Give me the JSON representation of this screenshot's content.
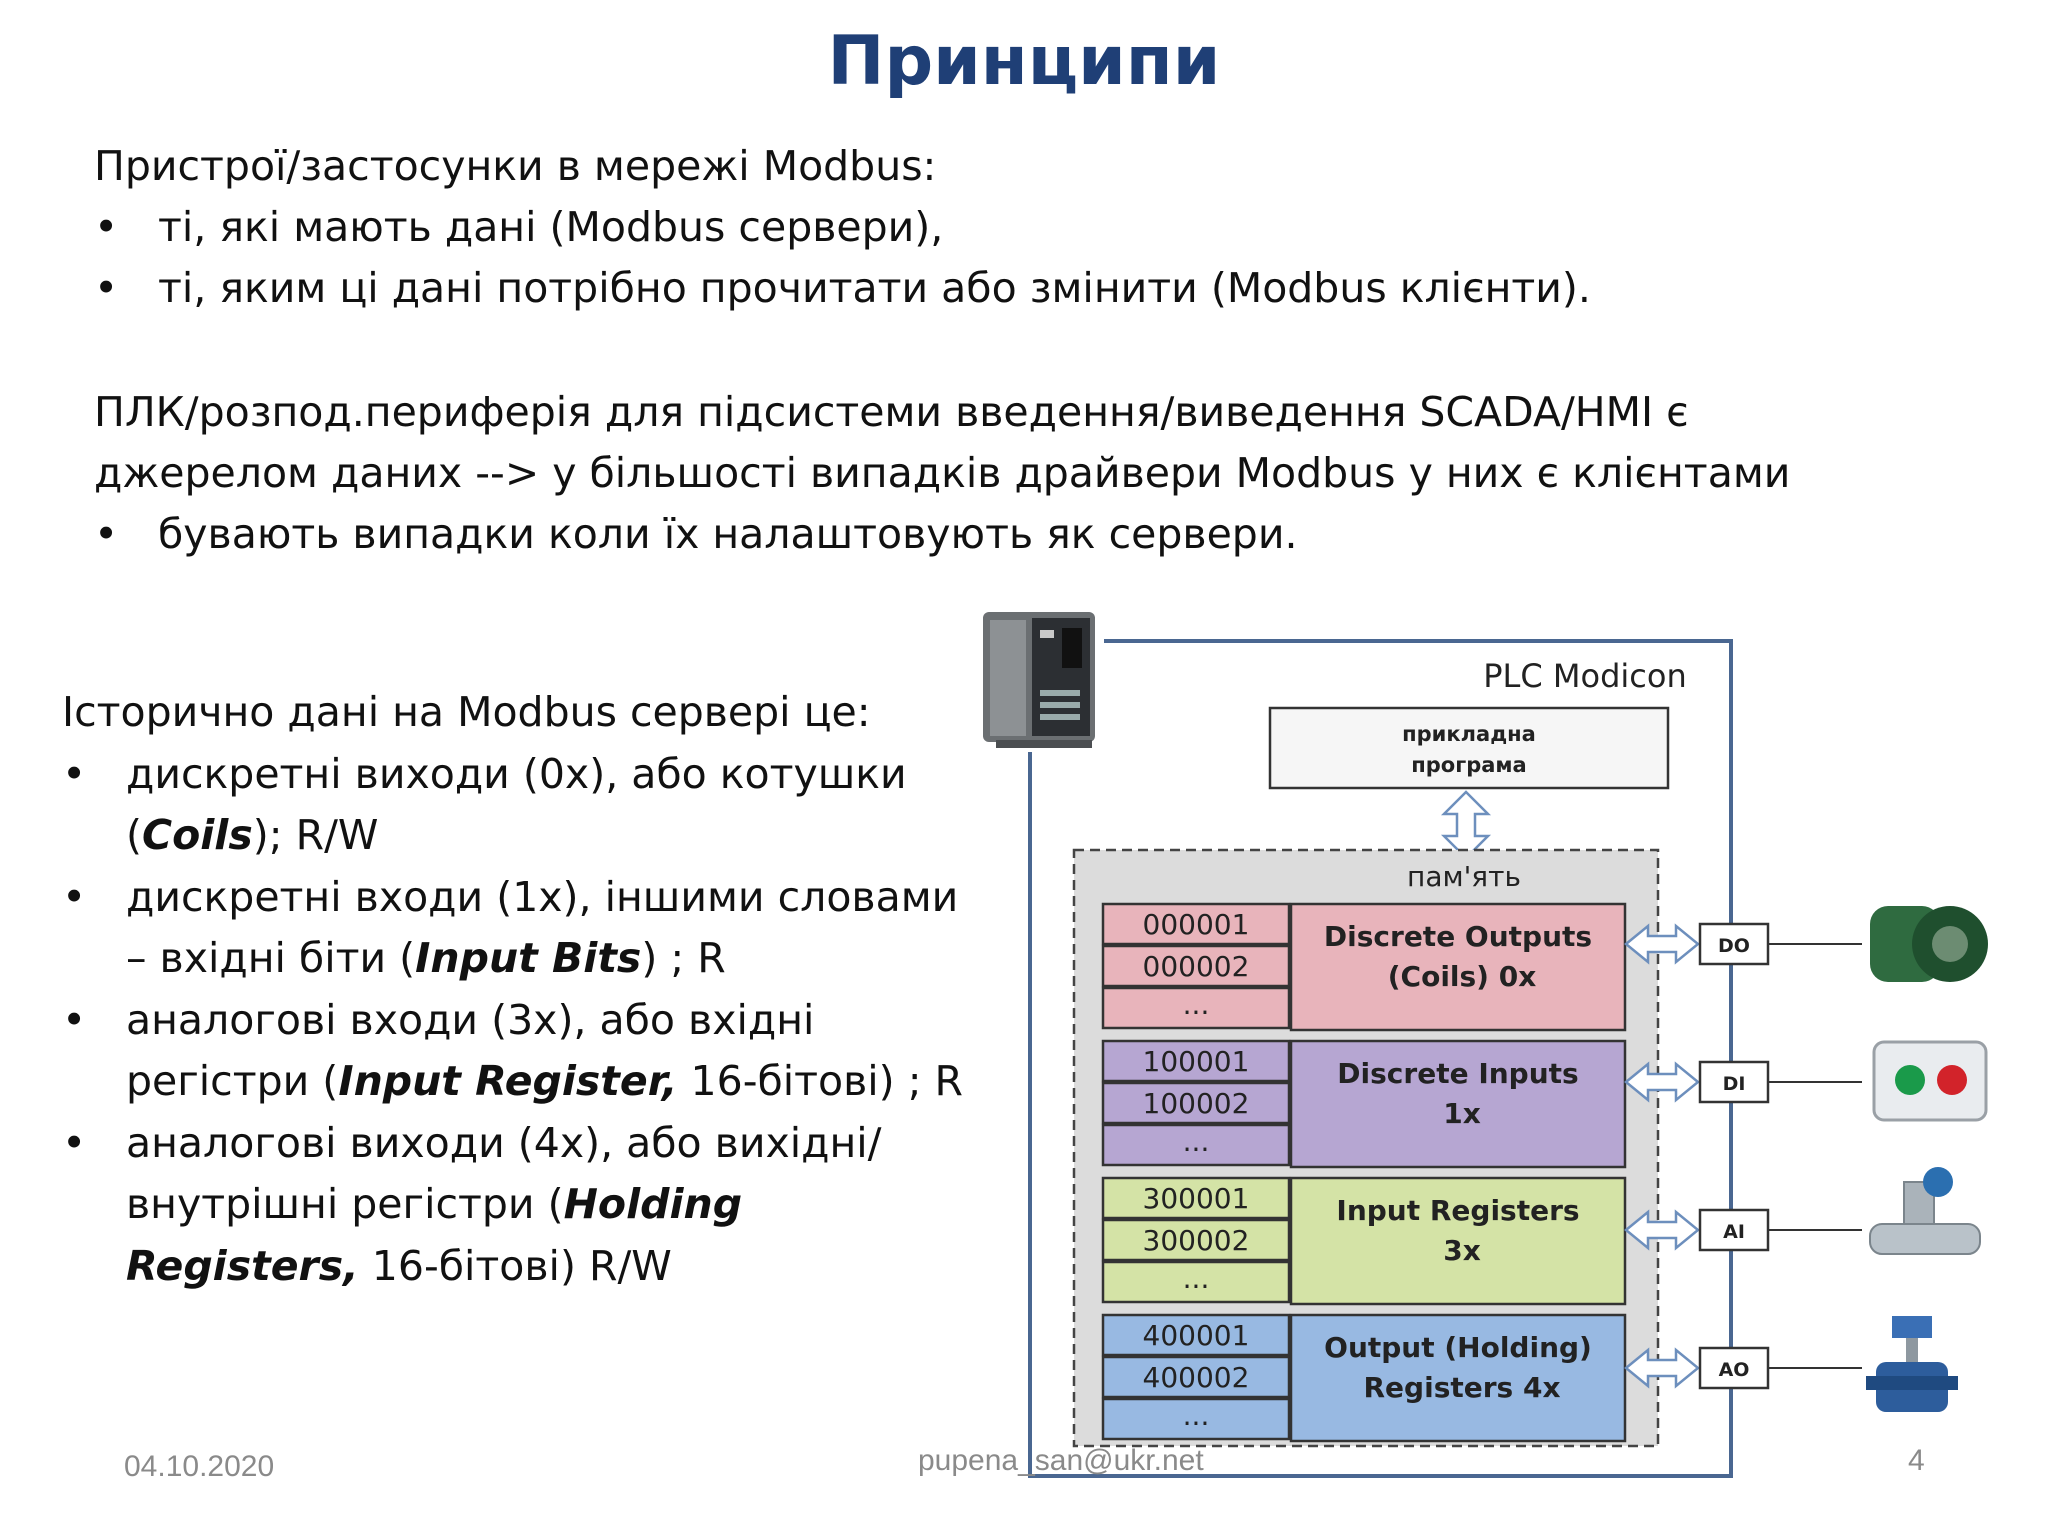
{
  "title": "Принципи",
  "intro": {
    "heading": "Пристрої/застосунки в мережі Modbus:",
    "bullets": [
      "ті, які мають дані (Modbus сервери),",
      "ті, яким ці дані потрібно прочитати або змінити (Modbus клієнти)."
    ]
  },
  "plc_para": {
    "line1": "ПЛК/розпод.периферія для підсистеми введення/виведення SCADA/HMI є",
    "line2": "джерелом даних --> у більшості випадків драйвери Modbus у них є клієнтами",
    "bullet": "бувають випадки коли їх налаштовують як сервери."
  },
  "historic": {
    "heading": "Історично дані на Modbus сервері це:",
    "items": [
      {
        "pre": "дискретні виходи (0x), або котушки (",
        "em": "Coils",
        "post": "); R/W"
      },
      {
        "pre": "дискретні входи (1x), іншими словами – вхідні біти (",
        "em": "Input Bits",
        "post": ") ; R"
      },
      {
        "pre": "аналогові входи (3x), або вхідні регістри (",
        "em": "Input Register,",
        "post": " 16-бітові) ; R"
      },
      {
        "pre": "аналогові виходи (4x), або вихідні/внутрішні регістри (",
        "em": "Holding Registers,",
        "post": " 16-бітові) R/W"
      }
    ]
  },
  "diagram": {
    "plc_label": "PLC Modicon",
    "app_label": [
      "прикладна",
      "програма"
    ],
    "memory_label": "пам'ять",
    "rows": [
      {
        "addr": [
          "000001",
          "000002",
          "..."
        ],
        "name": [
          "Discrete Outputs",
          "(Coils) 0x"
        ],
        "io": "DO",
        "fill": "#e8b4bb",
        "addr_fill": "#e8b4bb",
        "device": "pump-icon"
      },
      {
        "addr": [
          "100001",
          "100002",
          "..."
        ],
        "name": [
          "Discrete Inputs",
          "1x"
        ],
        "io": "DI",
        "fill": "#b6a6d2",
        "addr_fill": "#b6a6d2",
        "device": "push-button-box-icon"
      },
      {
        "addr": [
          "300001",
          "300002",
          "..."
        ],
        "name": [
          "Input Registers",
          "3x"
        ],
        "io": "AI",
        "fill": "#d4e3a6",
        "addr_fill": "#d4e3a6",
        "device": "flow-meter-icon"
      },
      {
        "addr": [
          "400001",
          "400002",
          "..."
        ],
        "name": [
          "Output (Holding)",
          "Registers  4x"
        ],
        "io": "AO",
        "fill": "#98b9e2",
        "addr_fill": "#98b9e2",
        "device": "control-valve-icon"
      }
    ],
    "frame_color": "#4a6791"
  },
  "footer": {
    "date": "04.10.2020",
    "email": "pupena_san@ukr.net",
    "page": "4"
  }
}
